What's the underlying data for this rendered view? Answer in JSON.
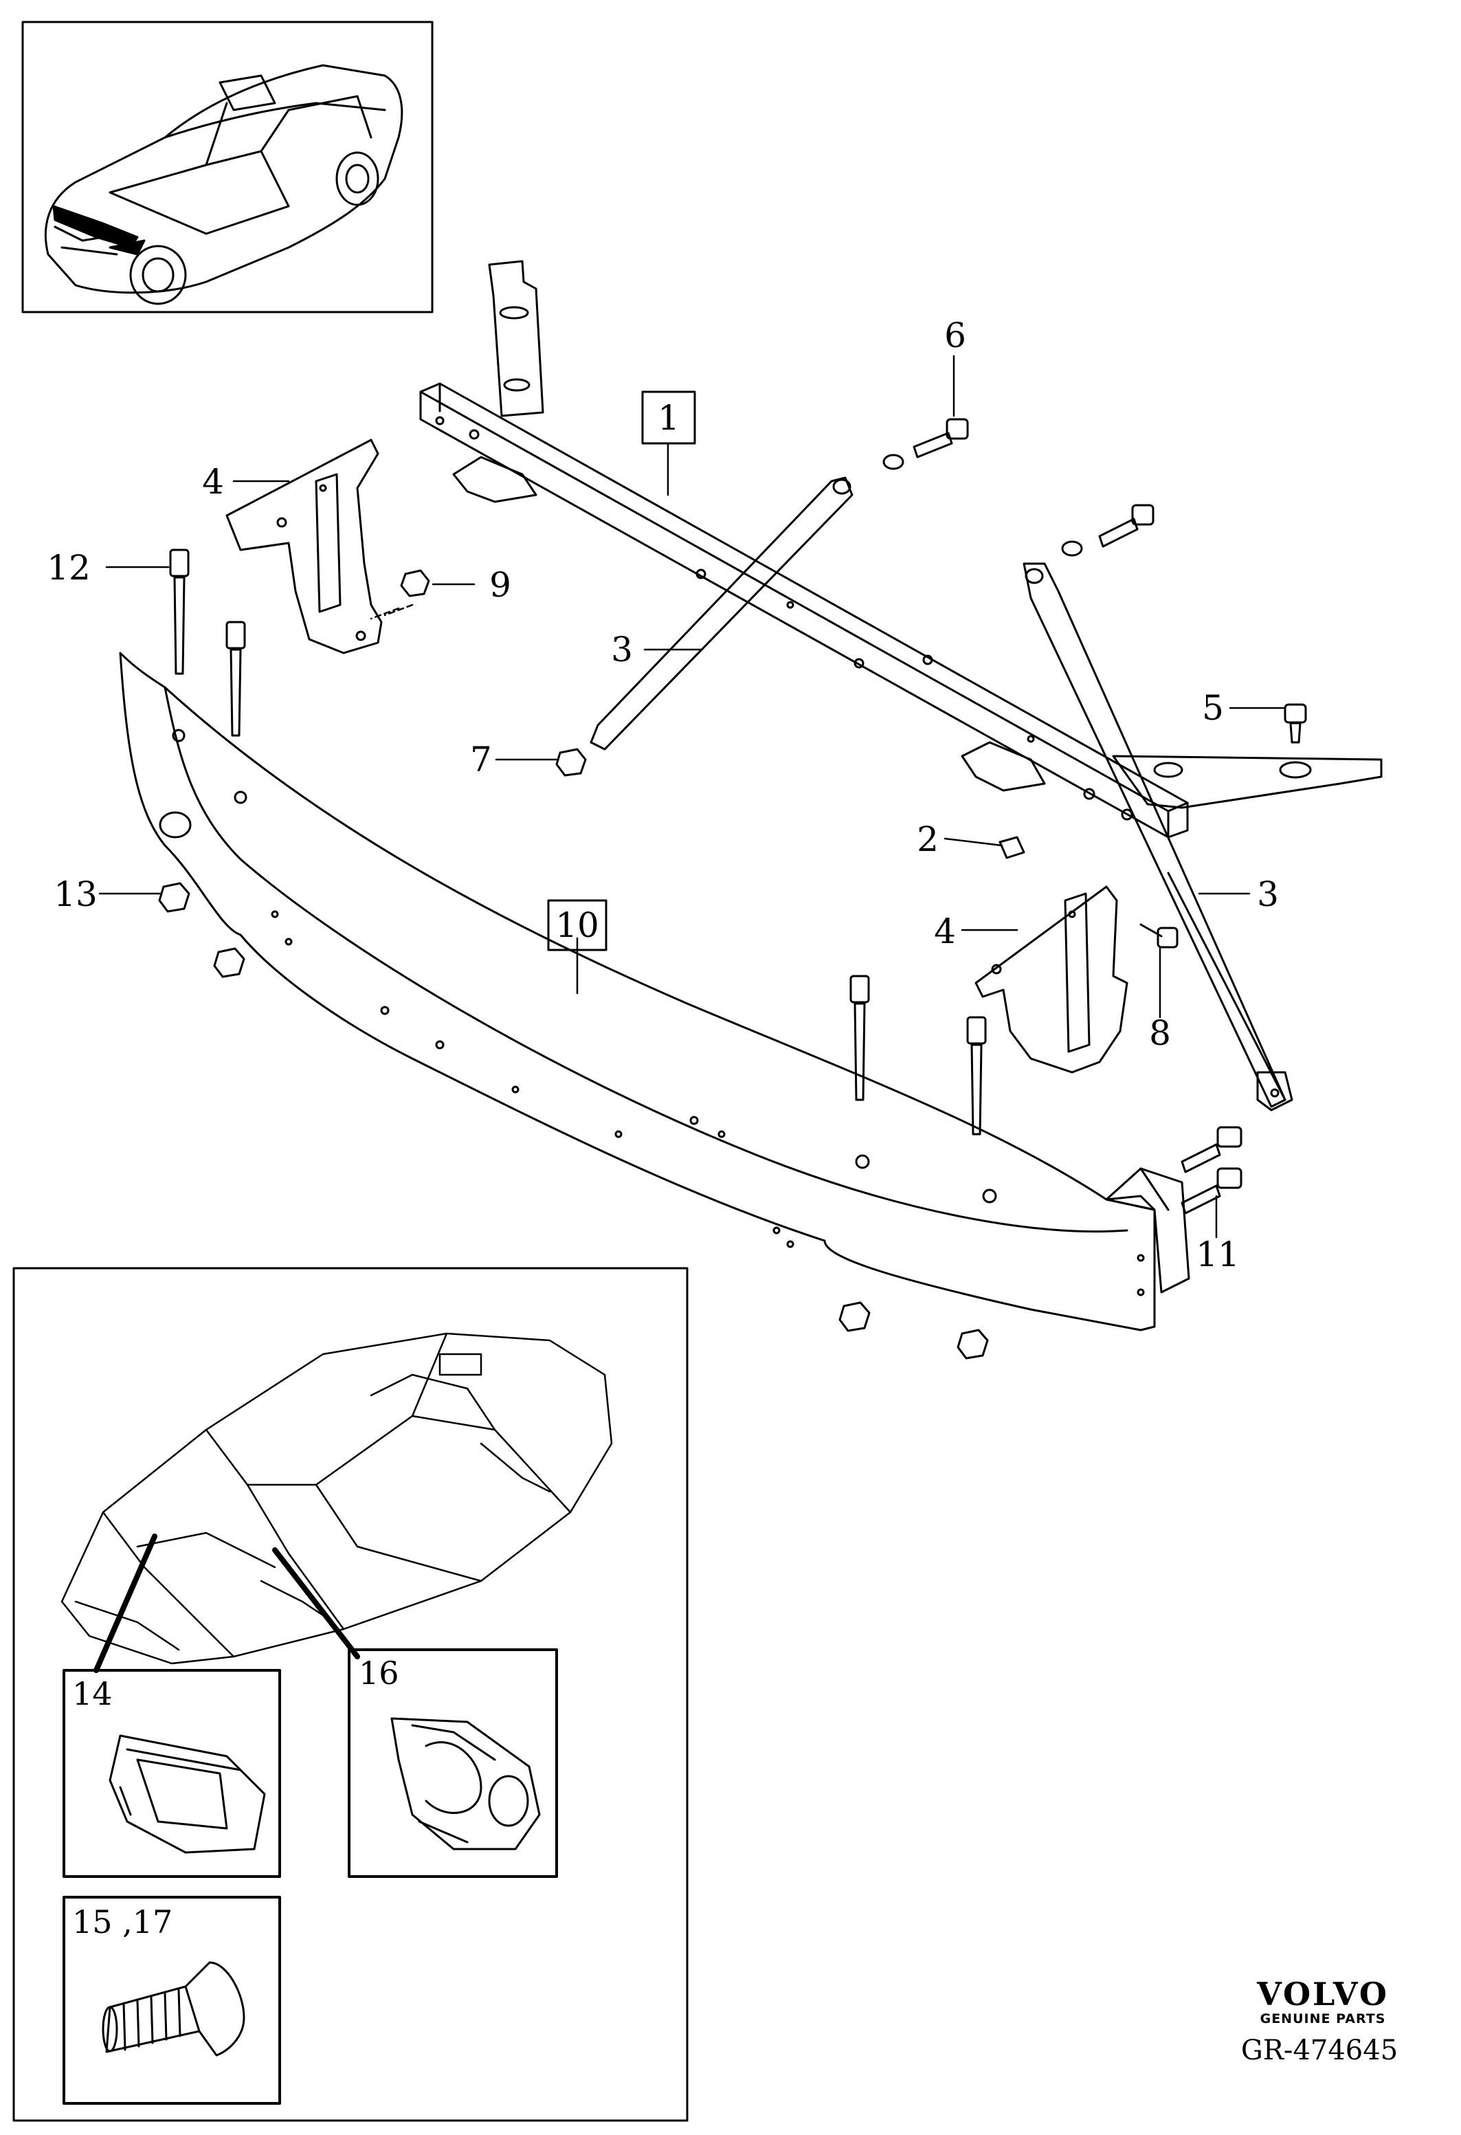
{
  "callouts": {
    "c1": "1",
    "c2": "2",
    "c3a": "3",
    "c3b": "3",
    "c4a": "4",
    "c4b": "4",
    "c5": "5",
    "c6": "6",
    "c7": "7",
    "c8": "8",
    "c9": "9",
    "c10": "10",
    "c11": "11",
    "c12": "12",
    "c13": "13"
  },
  "insets": {
    "i14": "14",
    "i16": "16",
    "i15_17": "15 ,17"
  },
  "brand": {
    "name": "VOLVO",
    "sub": "GENUINE PARTS"
  },
  "reference": "GR-474645"
}
